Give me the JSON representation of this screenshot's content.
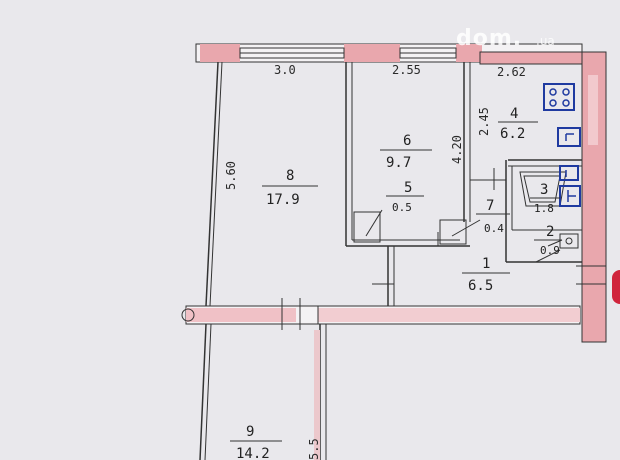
{
  "watermark": {
    "main": "dom.",
    "sub": ".ua"
  },
  "dimensions": {
    "room8_width": "3.0",
    "room6_width": "2.55",
    "room4_width": "2.62",
    "room4_height": "2.45",
    "room8_height": "5.60",
    "room6_height": "4.20",
    "room9_height": "5.5"
  },
  "rooms": [
    {
      "id": "room-1",
      "number": "1",
      "area": "6.5"
    },
    {
      "id": "room-2",
      "number": "2",
      "area": "0.9"
    },
    {
      "id": "room-3",
      "number": "3",
      "area": "1.8"
    },
    {
      "id": "room-4",
      "number": "4",
      "area": "6.2"
    },
    {
      "id": "room-5",
      "number": "5",
      "area": "0.5"
    },
    {
      "id": "room-6",
      "number": "6",
      "area": "9.7"
    },
    {
      "id": "room-7",
      "number": "7",
      "area": "0.4"
    },
    {
      "id": "room-8",
      "number": "8",
      "area": "17.9"
    },
    {
      "id": "room-9",
      "number": "9",
      "area": "14.2"
    }
  ],
  "colors": {
    "wall": "#e9a7ad",
    "line": "#2b2b2b",
    "appliance": "#1f3aa0",
    "paper": "#e9e8ec"
  }
}
